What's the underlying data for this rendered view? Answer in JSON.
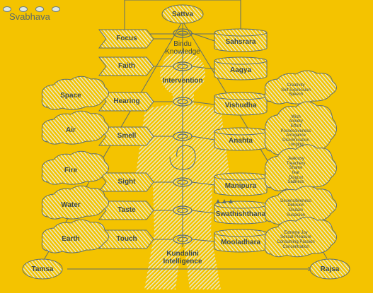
{
  "header": {
    "title": "Svabhava"
  },
  "top": {
    "sattva": "Sattva",
    "bindu": "Bindu\nKnowledge",
    "intervention": "Intervention"
  },
  "bottom": {
    "kundalini": "Kundalini\nIntelligence",
    "tamsa": "Tamsa",
    "rajsa": "Rajsa"
  },
  "faculties": [
    "Focus",
    "Faith",
    "Hearing",
    "Smell",
    "Sight",
    "Taste",
    "Touch"
  ],
  "elements": [
    "Space",
    "Air",
    "Fire",
    "Water",
    "Earth"
  ],
  "chakras": [
    "Sahsrara",
    "Aagya",
    "Vishudha",
    "Anahta",
    "Manipura",
    "Swathishthana",
    "Mooladhara"
  ],
  "qualities": [
    "Creativity\nSelf Expression\nSpeech",
    "Wish\nAnxiety\nEffort\nPossessiveness\nArrogance\nDiscrimination\nLonging",
    "Jealousy\nTreachery\nShame\nfear\nDisgust\nSadness",
    "Desensitiveness\nDelusion\nDisdain\nSuspicion",
    "Extreme Joy\nSexual Pleasure\nConsuming Passion\nConcentration"
  ],
  "colors": {
    "background": "#F4C300",
    "hatch": "#E8EFEA",
    "stroke": "#5E6E6E",
    "text": "#3F4A4A"
  }
}
